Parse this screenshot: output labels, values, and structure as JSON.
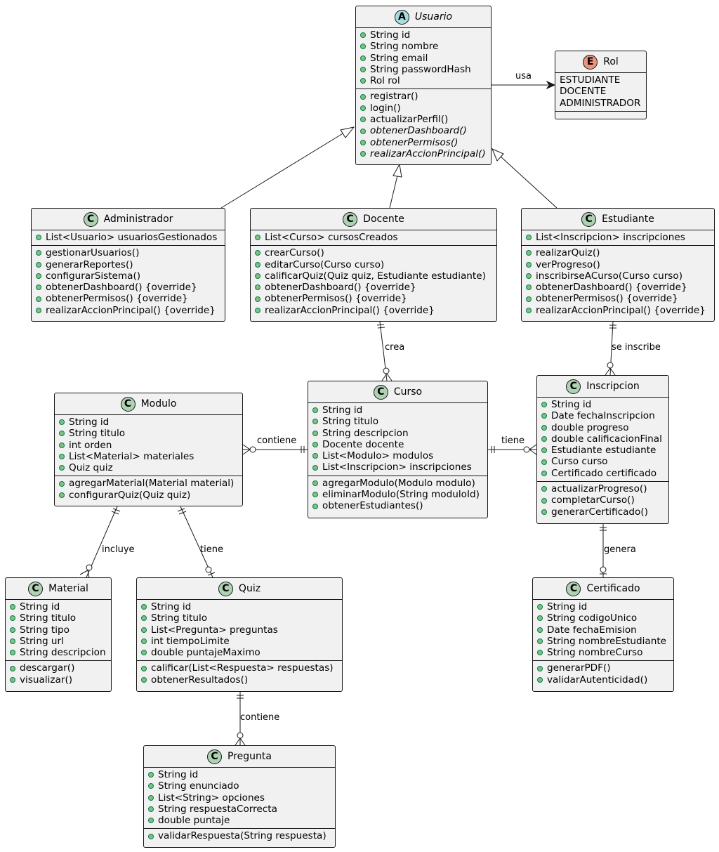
{
  "classes": {
    "usuario": {
      "kind": "A",
      "name": "Usuario",
      "attributes": [
        "String id",
        "String nombre",
        "String email",
        "String passwordHash",
        "Rol rol"
      ],
      "methods": [
        "registrar()",
        "login()",
        "actualizarPerfil()",
        "obtenerDashboard()",
        "obtenerPermisos()",
        "realizarAccionPrincipal()"
      ]
    },
    "rol": {
      "kind": "E",
      "name": "Rol",
      "values": [
        "ESTUDIANTE",
        "DOCENTE",
        "ADMINISTRADOR"
      ]
    },
    "administrador": {
      "kind": "C",
      "name": "Administrador",
      "attributes": [
        "List<Usuario> usuariosGestionados"
      ],
      "methods": [
        "gestionarUsuarios()",
        "generarReportes()",
        "configurarSistema()",
        "obtenerDashboard() {override}",
        "obtenerPermisos() {override}",
        "realizarAccionPrincipal() {override}"
      ]
    },
    "docente": {
      "kind": "C",
      "name": "Docente",
      "attributes": [
        "List<Curso> cursosCreados"
      ],
      "methods": [
        "crearCurso()",
        "editarCurso(Curso curso)",
        "calificarQuiz(Quiz quiz, Estudiante estudiante)",
        "obtenerDashboard() {override}",
        "obtenerPermisos() {override}",
        "realizarAccionPrincipal() {override}"
      ]
    },
    "estudiante": {
      "kind": "C",
      "name": "Estudiante",
      "attributes": [
        "List<Inscripcion> inscripciones"
      ],
      "methods": [
        "realizarQuiz()",
        "verProgreso()",
        "inscribirseACurso(Curso curso)",
        "obtenerDashboard() {override}",
        "obtenerPermisos() {override}",
        "realizarAccionPrincipal() {override}"
      ]
    },
    "modulo": {
      "kind": "C",
      "name": "Modulo",
      "attributes": [
        "String id",
        "String titulo",
        "int orden",
        "List<Material> materiales",
        "Quiz quiz"
      ],
      "methods": [
        "agregarMaterial(Material material)",
        "configurarQuiz(Quiz quiz)"
      ]
    },
    "curso": {
      "kind": "C",
      "name": "Curso",
      "attributes": [
        "String id",
        "String titulo",
        "String descripcion",
        "Docente docente",
        "List<Modulo> modulos",
        "List<Inscripcion> inscripciones"
      ],
      "methods": [
        "agregarModulo(Modulo modulo)",
        "eliminarModulo(String moduloId)",
        "obtenerEstudiantes()"
      ]
    },
    "inscripcion": {
      "kind": "C",
      "name": "Inscripcion",
      "attributes": [
        "String id",
        "Date fechaInscripcion",
        "double progreso",
        "double calificacionFinal",
        "Estudiante estudiante",
        "Curso curso",
        "Certificado certificado"
      ],
      "methods": [
        "actualizarProgreso()",
        "completarCurso()",
        "generarCertificado()"
      ]
    },
    "material": {
      "kind": "C",
      "name": "Material",
      "attributes": [
        "String id",
        "String titulo",
        "String tipo",
        "String url",
        "String descripcion"
      ],
      "methods": [
        "descargar()",
        "visualizar()"
      ]
    },
    "quiz": {
      "kind": "C",
      "name": "Quiz",
      "attributes": [
        "String id",
        "String titulo",
        "List<Pregunta> preguntas",
        "int tiempoLimite",
        "double puntajeMaximo"
      ],
      "methods": [
        "calificar(List<Respuesta> respuestas)",
        "obtenerResultados()"
      ]
    },
    "certificado": {
      "kind": "C",
      "name": "Certificado",
      "attributes": [
        "String id",
        "String codigoUnico",
        "Date fechaEmision",
        "String nombreEstudiante",
        "String nombreCurso"
      ],
      "methods": [
        "generarPDF()",
        "validarAutenticidad()"
      ]
    },
    "pregunta": {
      "kind": "C",
      "name": "Pregunta",
      "attributes": [
        "String id",
        "String enunciado",
        "List<String> opciones",
        "String respuestaCorrecta",
        "double puntaje"
      ],
      "methods": [
        "validarRespuesta(String respuesta)"
      ]
    }
  },
  "abstract_methods": [
    "obtenerDashboard()",
    "obtenerPermisos()",
    "realizarAccionPrincipal()"
  ],
  "relations": {
    "usa": "usa",
    "crea": "crea",
    "se_inscribe": "se inscribe",
    "contiene_modulo": "contiene",
    "tiene_inscripcion": "tiene",
    "incluye": "incluye",
    "tiene_quiz": "tiene",
    "genera": "genera",
    "contiene_pregunta": "contiene"
  },
  "colors": {
    "class_fill": "#f1f1f1",
    "border": "#181818",
    "badge_class": "#add1b2",
    "badge_abstract": "#a9dcdf",
    "badge_enum": "#eb937f",
    "visibility_public": "#84be84"
  }
}
